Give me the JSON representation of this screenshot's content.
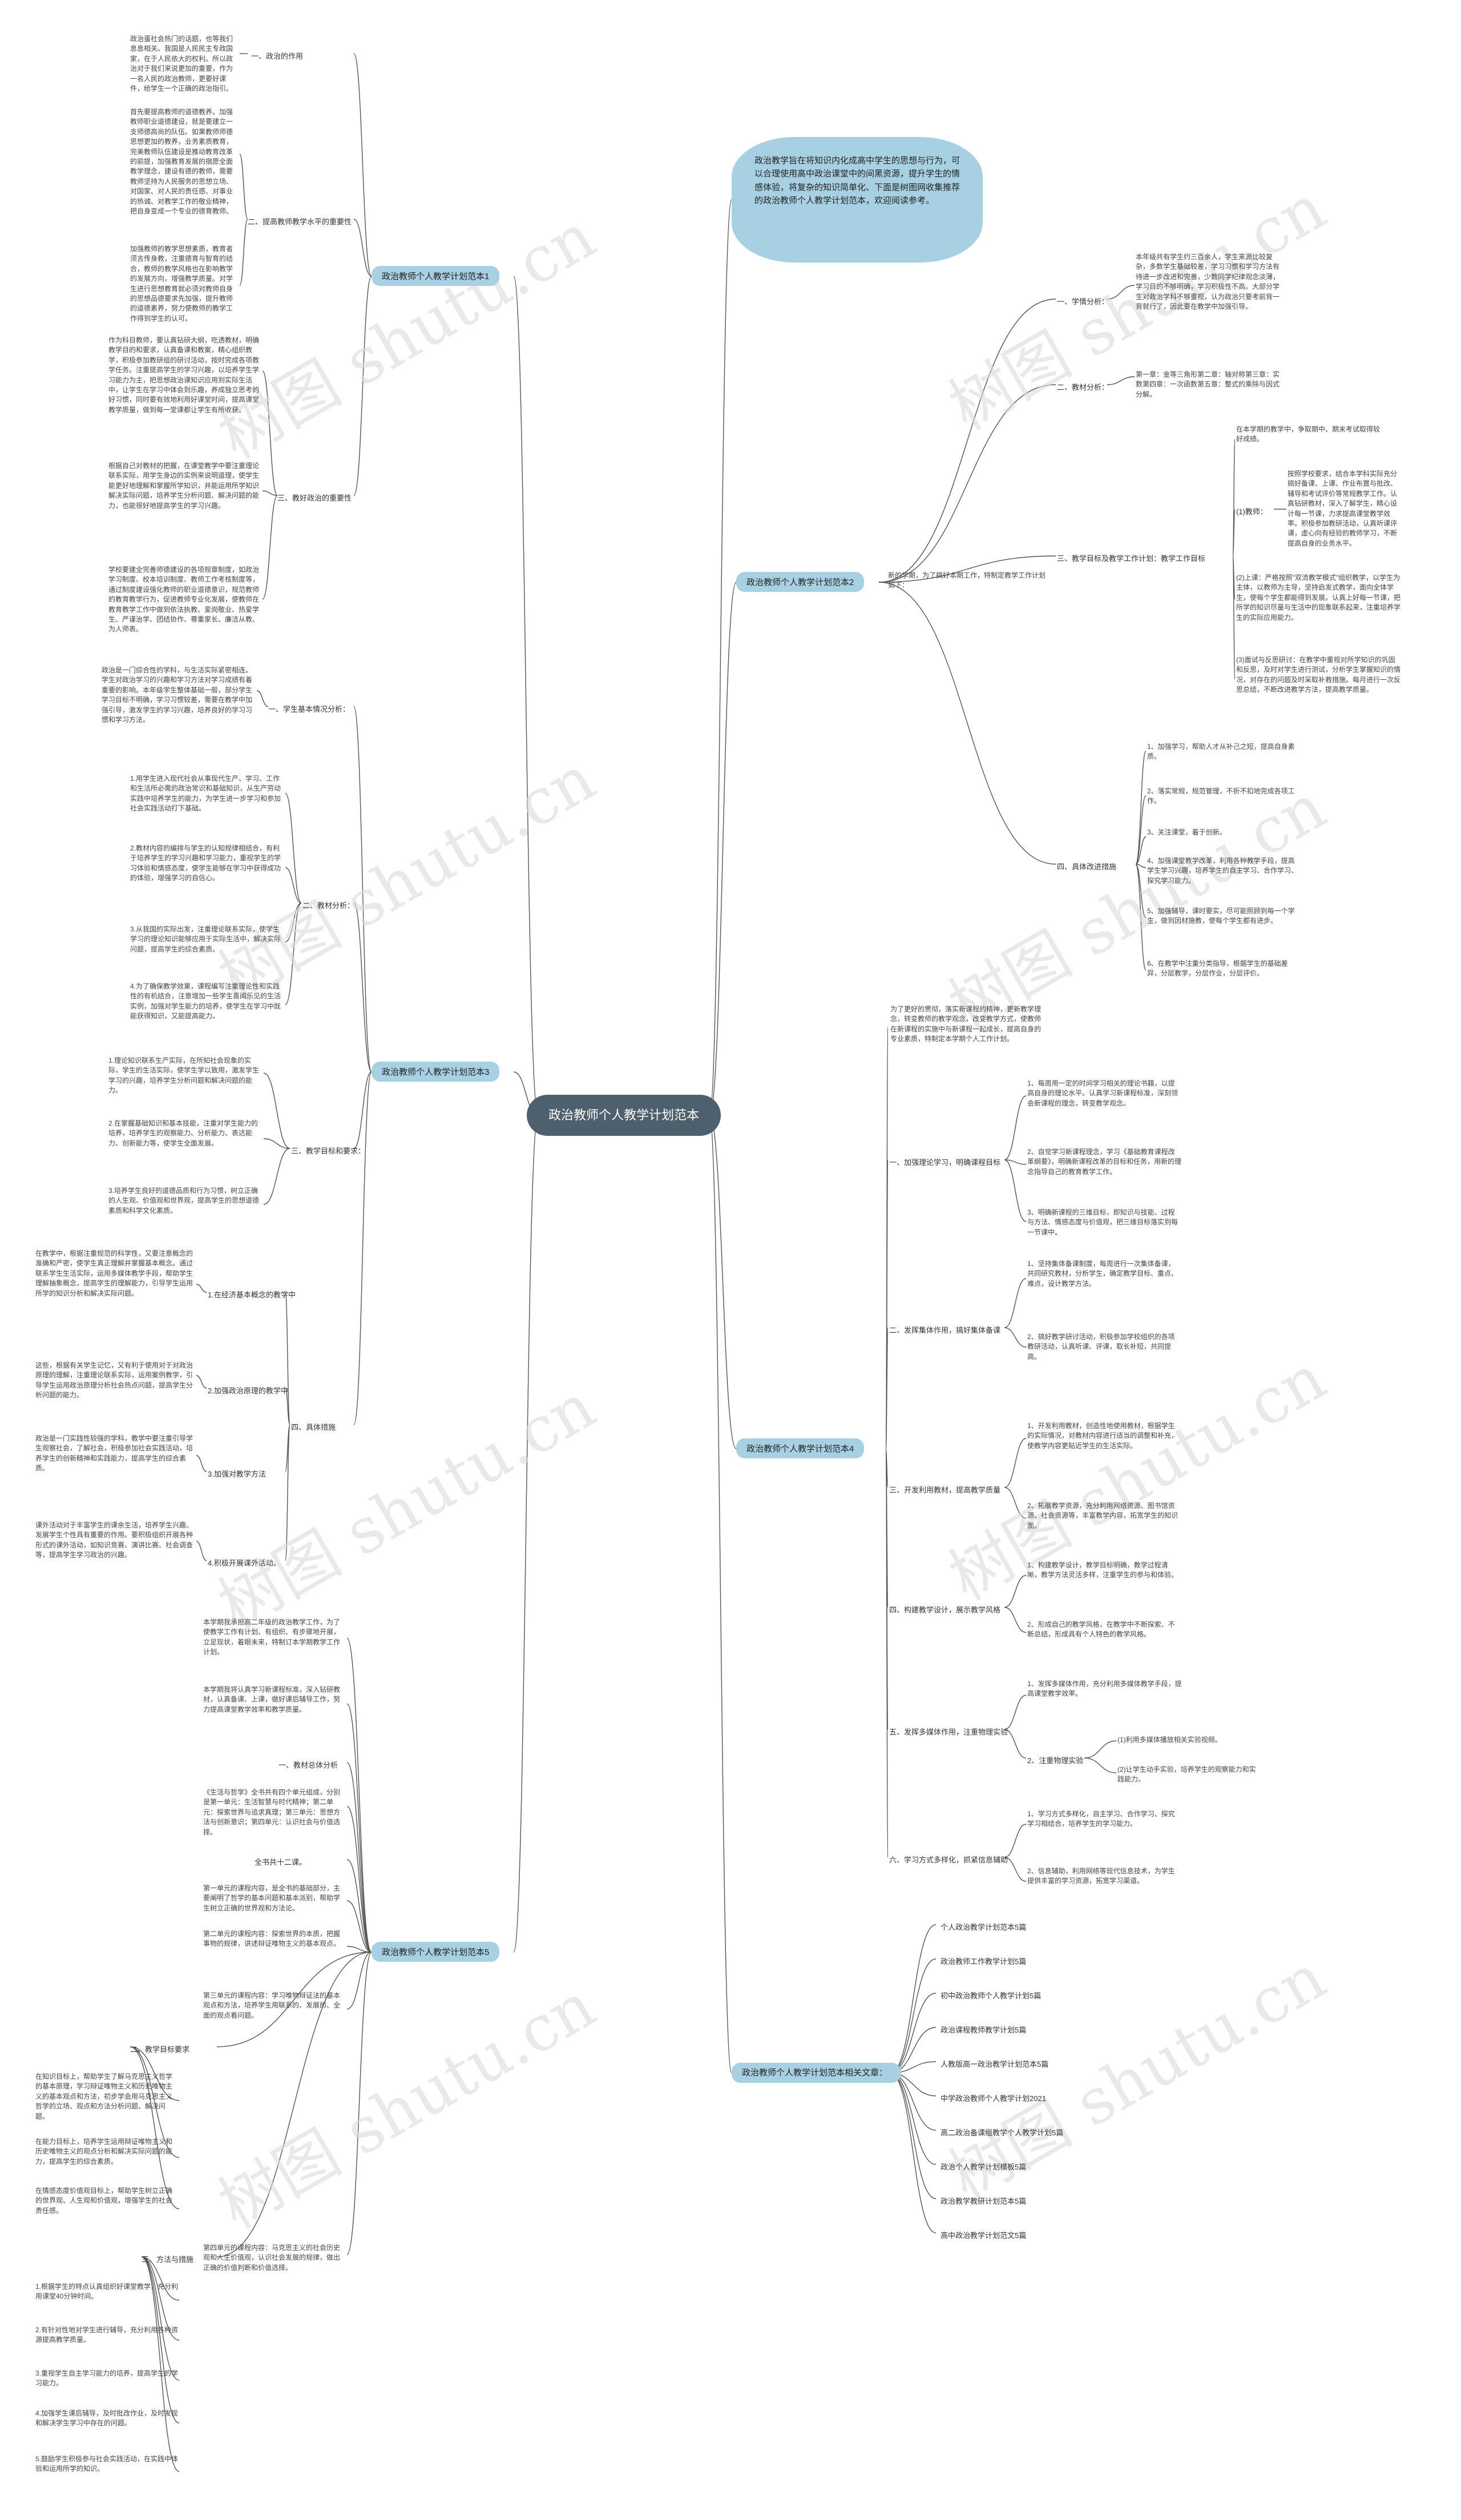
{
  "center": "政治教师个人教学计划范本",
  "intro": "政治教学旨在将知识内化成高中学生的思想与行为，可以合理使用高中政治课堂中的间黑资源，提升学生的情感体验，将复杂的知识简单化、下面是树图网收集推荐的政治教师个人教学计划范本，欢迎阅读参考。",
  "watermark": "树图 shutu.cn",
  "b1": {
    "title": "政治教师个人教学计划范本1",
    "s1": {
      "label": "一、政治的作用",
      "text": "政治蛋社会热门的话题，也等我们息息相关。我国是人民民主专政国家，在于人民依大的权利。所以政治对于我们来说更加的重要，作为一名人民的政治教师，更要好课件，给学生一个正确的政治指引。"
    },
    "s2": {
      "label": "二、提高教师教学水平的重要性",
      "t1": "首先要提高教师的道德教养。加强教师职业道德建设，就是要建立一支师德高尚的队伍。如果教师师德思想更加的教养，业务素质教育，完美教师队伍建设是推动教育改革的前提，加强教育发展的宿愿全面教学理念，建设有德的教师，需要教师坚持为人民服务的思想立场、对国家、对人民的责任感、对事业的热诚、对教学工作的敬业精神，把自身变成一个专业的德育教师。",
      "t2": "加强教师的教学思想素质，教育者须言传身教，注重德育与智育的结合，教师的教学风格也在影响教学的发展方向，增强教学质量。对学生进行思想教育就必须对教师自身的思想品德要求先加强，提升教师的道德素养，努力使教师的教学工作得到学生的认可。"
    },
    "s3": {
      "label": "三、教好政治的重要性",
      "t1": "作为科目教师，要认真钻研大纲，吃透教材，明确教学目的和要求，认真备课和教案，精心组织教学，积极参加教研组的研讨活动，按时完成各项教学任务。注重提高学生的学习兴趣，以培养学生学习能力为主，把思想政治课知识应用到实际生活中，让学生在学习中体会到乐趣，养成独立思考的好习惯，同时要有效地利用好课堂时间，提高课堂教学质量，做到每一堂课都让学生有所收获。",
      "t2": "根据自己对教材的把握，在课堂教学中要注重理论联系实际，用学生身边的实例来说明道理，使学生能更好地理解和掌握所学知识，并能运用所学知识解决实际问题，培养学生分析问题、解决问题的能力，也能很好地提高学生的学习兴趣。",
      "t3": "学校要建全完善师德建设的各项规章制度，如政治学习制度、校本培训制度、教师工作考核制度等，通过制度建设强化教师的职业道德意识，规范教师的教育教学行为，促进教师专业化发展，使教师在教育教学工作中做到依法执教、爱岗敬业、热爱学生、严谨治学、团结协作、尊重家长、廉洁从教、为人师表。"
    }
  },
  "b2": {
    "title": "政治教师个人教学计划范本2",
    "lead": "新的学期，为了搞好本期工作，特制定教学工作计划如下：",
    "s1": {
      "label": "一、学情分析：",
      "text": "本年级共有学生约三百余人，学生来源比较复杂，多数学生基础较差，学习习惯和学习方法有待进一步改进和完善，少数同学纪律观念淡薄，学习目的不够明确，学习积极性不高。大部分学生对政治学科不够重视，认为政治只要考前背一背就行了，因此要在教学中加强引导。"
    },
    "s2": {
      "label": "二、教材分析：",
      "text": "第一章：金等三角形第二章：轴对称第三章：实数第四章：一次函数第五章：整式的乘除与因式分解。"
    },
    "s3": {
      "label": "三、教学目标及教学工作计划：教学工作目标",
      "t1": "在本学期的教学中，争取期中、期末考试取得较好成绩。",
      "t2label": "(1)教师：",
      "t2": "按照学校要求，结合本学科实际充分搞好备课、上课、作业布置与批改、辅导和考试评价等常规教学工作。认真钻研教材，深入了解学生，精心设计每一节课，力求提高课堂教学效率。积极参加教研活动，认真听课评课，虚心向有经验的教师学习，不断提高自身的业务水平。",
      "t3": "(2)上课：严格按照\"双流教学模式\"组织教学，以学生为主体，以教师为主导，坚持启发式教学，面向全体学生，使每个学生都能得到发展。认真上好每一节课，把所学的知识尽量与生活中的现象联系起来，注重培养学生的实际应用能力。",
      "t4": "(3)面试与反思研讨：在教学中重视对所学知识的巩固和反思，及时对学生进行测试，分析学生掌握知识的情况，对存在的问题及时采取补救措施。每月进行一次反思总结，不断改进教学方法，提高教学质量。"
    },
    "s4": {
      "label": "四、具体改进措施",
      "items": [
        "1、加强学习，帮助人才从补己之短，提高自身素质。",
        "2、落实常规，规范管理，不折不扣地完成各项工作。",
        "3、关注课堂，着于创新。",
        "4、加强课堂教学改革，利用各种教学手段，提高学生学习兴趣，培养学生的自主学习、合作学习、探究学习能力。",
        "5、加强辅导，课时要实，尽可能照顾到每一个学生，做到因材施教，使每个学生都有进步。",
        "6、在教学中注重分类指导，根据学生的基础差异，分层教学，分层作业，分层评价。"
      ]
    }
  },
  "b3": {
    "title": "政治教师个人教学计划范本3",
    "s1": {
      "label": "一、学生基本情况分析：",
      "text": "政治是一门综合性的学科，与生活实际紧密相连。学生对政治学习的兴趣和学习方法对学习成绩有着重要的影响。本年级学生整体基础一般，部分学生学习目标不明确，学习习惯较差，需要在教学中加强引导，激发学生的学习兴趣，培养良好的学习习惯和学习方法。"
    },
    "s2": {
      "label": "二、教材分析：",
      "t1": "1.用学生进入现代社会从事现代生产、学习、工作和生活所必需的政治常识和基础知识，从生产劳动实践中培养学生的能力，为学生进一步学习和参加社会实践活动打下基础。",
      "t2": "2.教材内容的编排与学生的认知规律相结合，有利于培养学生的学习兴趣和学习能力，重视学生的学习体验和情感态度，使学生能够在学习中获得成功的体验，增强学习的自信心。",
      "t3": "3.从我国的实际出发，注重理论联系实际，使学生学习的理论知识能够应用于实际生活中，解决实际问题，提高学生的综合素质。",
      "t4": "4.为了确保教学效果，课程编写注重理论性和实践性的有机结合，注意增加一些学生喜闻乐见的生活实例，加强对学生能力的培养，使学生在学习中既能获得知识，又能提高能力。"
    },
    "s3": {
      "label": "三、教学目标和要求：",
      "t1": "1.理论知识联系生产实际，在所知社会现象的实际，学生的生活实际，使学生学以致用，激发学生学习的兴趣，培养学生分析问题和解决问题的能力。",
      "t2": "2.在掌握基础知识和基本技能，注重对学生能力的培养，培养学生的观察能力、分析能力、表达能力、创新能力等，使学生全面发展。",
      "t3": "3.培养学生良好的道德品质和行为习惯，树立正确的人生观、价值观和世界观，提高学生的思想道德素质和科学文化素质。"
    },
    "s4": {
      "label": "四、具体措施",
      "items": [
        {
          "label": "1.在经济基本概念的教学中",
          "text": "在教学中，根据注重规范的科学性，又要注意概念的准确和严密，使学生真正理解并掌握基本概念。通过联系学生生活实际，运用多媒体教学手段，帮助学生理解抽象概念，提高学生的理解能力，引导学生运用所学的知识分析和解决实际问题。"
        },
        {
          "label": "2.加强政治原理的教学中",
          "text": "这些，根据有关学生记忆，又有利于使用对于对政治原理的理解，注重理论联系实际，运用案例教学，引导学生运用政治原理分析社会热点问题，提高学生分析问题的能力。"
        },
        {
          "label": "3.加强对教学方法",
          "text": "政治是一门实践性较强的学科，教学中要注重引导学生观察社会，了解社会，积极参加社会实践活动，培养学生的创新精神和实践能力，提高学生的综合素质。"
        },
        {
          "label": "4.积极开展课外活动。",
          "text": "课外活动对于丰富学生的课余生活，培养学生兴趣、发展学生个性具有重要的作用。要积极组织开展各种形式的课外活动，如知识竞赛、演讲比赛、社会调查等，提高学生学习政治的兴趣。"
        }
      ]
    }
  },
  "b4": {
    "title": "政治教师个人教学计划范本4",
    "lead": "为了更好的贯彻，落实新课程的精神，更新教学理念，转变教师的教学观念，改变教学方式，使教师在新课程的实施中与新课程一起成长，提高自身的专业素质，特制定本学期个人工作计划。",
    "s1": {
      "label": "一、加强理论学习，明确课程目标",
      "t1": "1、每周用一定的时间学习相关的理论书籍，以提高自身的理论水平。认真学习新课程标准，深刻领会新课程的理念，转变教学观念。",
      "t2": "2、自觉学习新课程理念，学习《基础教育课程改革纲要》，明确新课程改革的目标和任务，用新的理念指导自己的教育教学工作。",
      "t3": "3、明确新课程的三维目标，即知识与技能、过程与方法、情感态度与价值观，把三维目标落实到每一节课中。"
    },
    "s2": {
      "label": "二、发挥集体作用，搞好集体备课",
      "t1": "1、坚持集体备课制度，每周进行一次集体备课，共同研究教材，分析学生，确定教学目标、重点、难点，设计教学方法。",
      "t2": "2、搞好教学研讨活动，积极参加学校组织的各项教研活动，认真听课、评课，取长补短，共同提高。"
    },
    "s3": {
      "label": "三、开发利用教材，提高教学质量",
      "t1": "1、开发利用教材，创造性地使用教材，根据学生的实际情况，对教材内容进行适当的调整和补充，使教学内容更贴近学生的生活实际。",
      "t2": "2、拓展教学资源，充分利用网络资源、图书馆资源、社会资源等，丰富教学内容，拓宽学生的知识面。"
    },
    "s4": {
      "label": "四、构建教学设计，展示教学风格",
      "t1": "1、构建教学设计，教学目标明确，教学过程清晰，教学方法灵活多样，注重学生的参与和体验。",
      "t2": "2、形成自己的教学风格，在教学中不断探索、不断总结，形成具有个人特色的教学风格。"
    },
    "s5": {
      "label": "五、发挥多媒体作用，注重物理实验",
      "t1": "1、发挥多媒体作用，充分利用多媒体教学手段，提高课堂教学效率。",
      "t2label": "2、注重物理实验",
      "t2a": "(1)利用多媒体播放相关实验视频。",
      "t2b": "(2)让学生动手实验，培养学生的观察能力和实践能力。"
    },
    "s6": {
      "label": "六、学习方式多样化，抓紧信息辅助",
      "t1": "1、学习方式多样化，自主学习、合作学习、探究学习相结合，培养学生的学习能力。",
      "t2": "2、信息辅助，利用网络等现代信息技术，为学生提供丰富的学习资源，拓宽学习渠道。"
    }
  },
  "b5": {
    "title": "政治教师个人教学计划范本5",
    "t1": "本学期我承担高二年级的政治教学工作，为了使教学工作有计划、有组织、有步骤地开展，立足现状，着眼未来，特制订本学期教学工作计划。",
    "t2": "本学期我将认真学习新课程标准，深入钻研教材，认真备课、上课，做好课后辅导工作，努力提高课堂教学效率和教学质量。",
    "t3label": "一、教材总体分析",
    "t3": "《生活与哲学》全书共有四个单元组成，分别是第一单元：生活智慧与时代精神；第二单元：探索世界与追求真理；第三单元：思想方法与创新意识；第四单元：认识社会与价值选择。",
    "t4": "全书共十二课。",
    "t5": "第一单元的课程内容，是全书的基础部分，主要阐明了哲学的基本问题和基本派别，帮助学生树立正确的世界观和方法论。",
    "t6": "第二单元的课程内容：探索世界的本质，把握事物的规律，讲述辩证唯物主义的基本观点。",
    "t7": "第三单元的课程内容：学习唯物辩证法的基本观点和方法，培养学生用联系的、发展的、全面的观点看问题。",
    "goalsLabel": "二、教学目标要求",
    "goals": [
      "在知识目标上，帮助学生了解马克思主义哲学的基本原理，学习辩证唯物主义和历史唯物主义的基本观点和方法，初步学会用马克思主义哲学的立场、观点和方法分析问题、解决问题。",
      "在能力目标上，培养学生运用辩证唯物主义和历史唯物主义的观点分析和解决实际问题的能力，提高学生的综合素质。",
      "在情感态度价值观目标上，帮助学生树立正确的世界观、人生观和价值观，增强学生的社会责任感。"
    ],
    "methodsLabel": "三、方法与措施",
    "m0": "第四单元的课程内容：马克思主义的社会历史观和人生价值观，认识社会发展的规律，做出正确的价值判断和价值选择。",
    "methods": [
      "1.根据学生的特点认真组织好课堂教学，充分利用课堂40分钟时间。",
      "2.有针对性地对学生进行辅导，充分利用各种资源提高教学质量。",
      "3.重视学生自主学习能力的培养，提高学生的学习能力。",
      "4.加强学生课后辅导，及时批改作业，及时发现和解决学生学习中存在的问题。",
      "5.鼓励学生积极参与社会实践活动，在实践中体验和运用所学的知识。"
    ]
  },
  "related": {
    "title": "政治教师个人教学计划范本相关文章：",
    "items": [
      "个人政治教学计划范本5篇",
      "政治教师工作教学计划5篇",
      "初中政治教师个人教学计划5篇",
      "政治课程教师教学计划5篇",
      "人教版高一政治教学计划范本5篇",
      "中学政治教师个人教学计划2021",
      "高二政治备课组教学个人教学计划5篇",
      "政治个人教学计划模板5篇",
      "政治教学教研计划范本5篇",
      "高中政治教学计划范文5篇"
    ]
  }
}
